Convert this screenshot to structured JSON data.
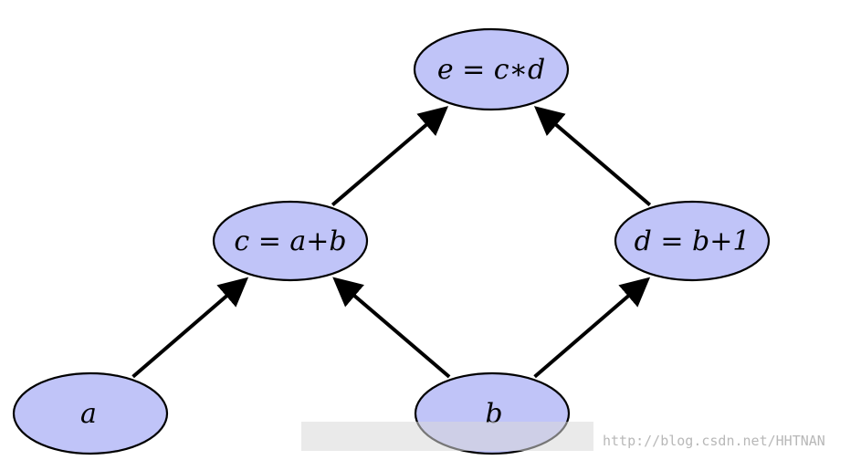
{
  "nodes": [
    {
      "id": "e",
      "label": "e = c∗d"
    },
    {
      "id": "c",
      "label": "c = a+b"
    },
    {
      "id": "d",
      "label": "d = b+1"
    },
    {
      "id": "a",
      "label": "a"
    },
    {
      "id": "b",
      "label": "b"
    }
  ],
  "edges": [
    {
      "from": "a",
      "to": "c"
    },
    {
      "from": "b",
      "to": "c"
    },
    {
      "from": "b",
      "to": "d"
    },
    {
      "from": "c",
      "to": "e"
    },
    {
      "from": "d",
      "to": "e"
    }
  ],
  "colors": {
    "node_fill": "#c0c4f8",
    "node_stroke": "#000000",
    "edge": "#000000",
    "watermark": "#b8b8b8"
  },
  "watermark": {
    "text": "http://blog.csdn.net/HHTNAN"
  }
}
